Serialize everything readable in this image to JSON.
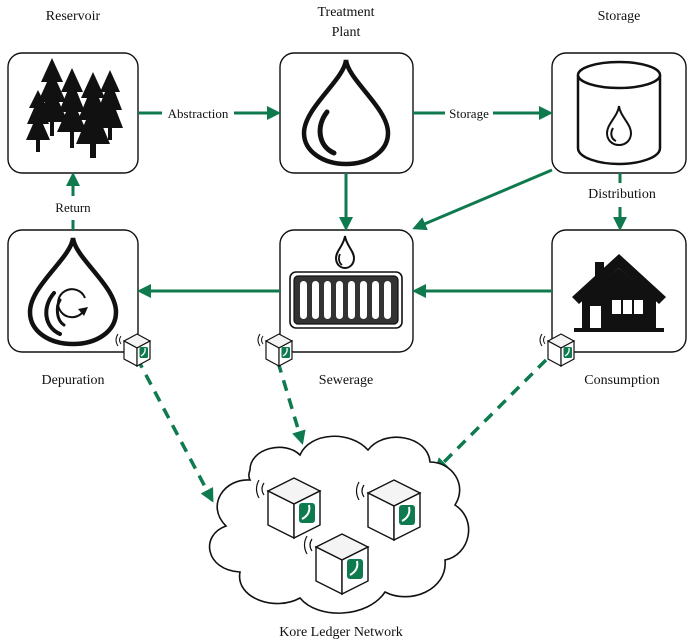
{
  "colors": {
    "accent": "#0e7a4e",
    "ink": "#111111",
    "background": "#ffffff"
  },
  "nodes": {
    "reservoir": {
      "label": "Reservoir",
      "icon": "forest-icon"
    },
    "treatment": {
      "label_line1": "Treatment",
      "label_line2": "Plant",
      "icon": "water-drop-icon"
    },
    "storage": {
      "label": "Storage",
      "icon": "storage-tank-icon"
    },
    "depuration": {
      "label": "Depuration",
      "icon": "recycling-drop-icon"
    },
    "sewerage": {
      "label": "Sewerage",
      "icon": "sewer-grate-icon"
    },
    "consumption": {
      "label": "Consumption",
      "icon": "house-icon"
    }
  },
  "edges": {
    "abstraction": "Abstraction",
    "storage": "Storage",
    "distribution": "Distribution",
    "return": "Return"
  },
  "network": {
    "label": "Kore Ledger Network",
    "icon": "cloud-icon"
  }
}
